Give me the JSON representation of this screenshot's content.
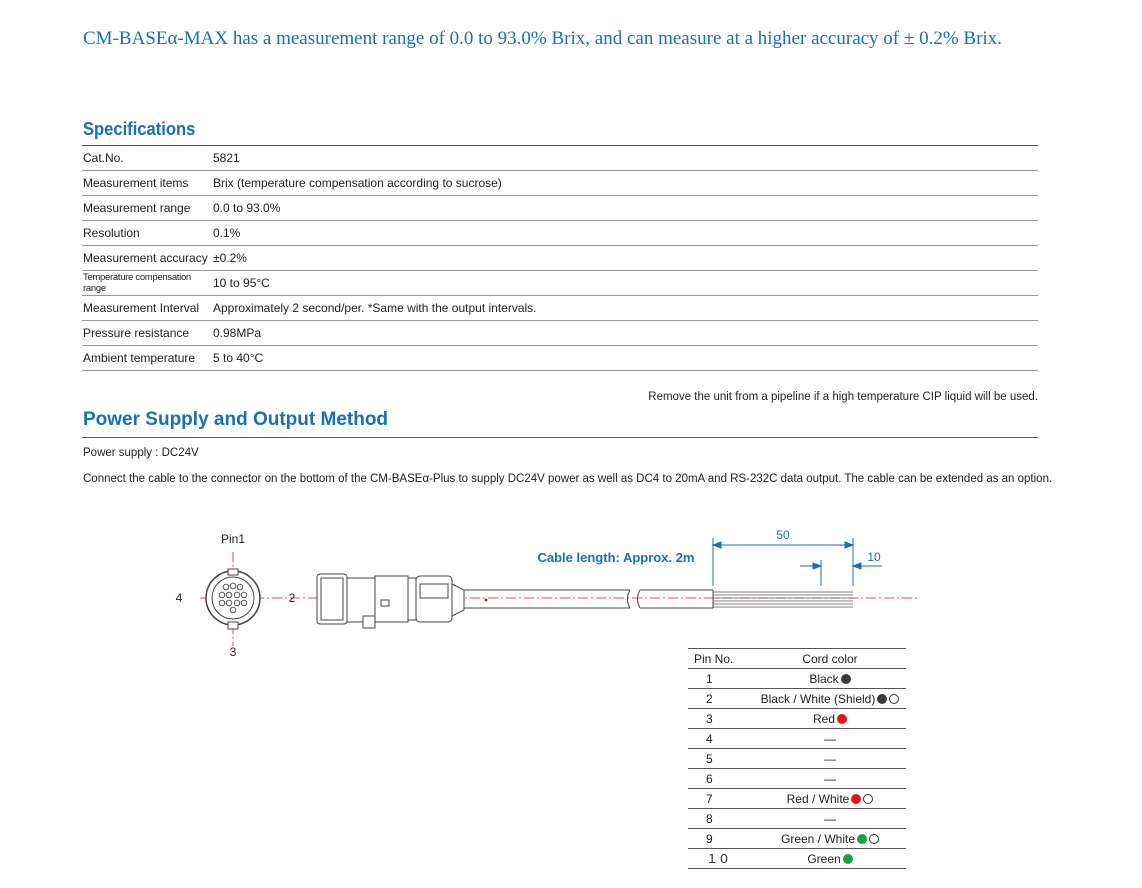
{
  "intro": "CM-BASEα-MAX has a measurement range of 0.0 to 93.0% Brix, and can measure at a higher accuracy of ± 0.2% Brix.",
  "specifications": {
    "title": "Specifications",
    "rows": [
      {
        "key": "Cat.No.",
        "value": "5821"
      },
      {
        "key": "Measurement items",
        "value": "Brix (temperature compensation according to sucrose)"
      },
      {
        "key": "Measurement range",
        "value": "0.0 to 93.0%"
      },
      {
        "key": "Resolution",
        "value": "0.1%"
      },
      {
        "key": "Measurement accuracy",
        "value": "±0.2%"
      },
      {
        "key": "Temperature compensation range",
        "value": "10 to 95°C"
      },
      {
        "key": "Measurement Interval",
        "value": "Approximately 2 second/per. *Same with the output intervals."
      },
      {
        "key": "Pressure resistance",
        "value": "0.98MPa"
      },
      {
        "key": "Ambient temperature",
        "value": "5 to 40°C"
      }
    ],
    "note": "Remove the unit from a pipeline if a high temperature CIP liquid will be used."
  },
  "power": {
    "title": "Power Supply and Output Method",
    "supply": "Power supply : DC24V",
    "description": "Connect the cable to the connector on the bottom of the CM-BASEα-Plus to supply DC24V power as well as DC4 to 20mA and RS-232C data output. The cable can be extended as an option."
  },
  "diagram": {
    "pin1_label": "Pin1",
    "label_4": "4",
    "label_2": "2",
    "label_3": "3",
    "cable_length": "Cable length: Approx. 2m",
    "dim_50": "50",
    "dim_10": "10",
    "line_color": "#1a6fb5",
    "center_line_color": "#e8141c"
  },
  "pin_table": {
    "header_no": "Pin No.",
    "header_color": "Cord color",
    "rows": [
      {
        "no": "1",
        "color": "Black",
        "dots": [
          "black"
        ]
      },
      {
        "no": "2",
        "color": "Black / White (Shield)",
        "dots": [
          "black",
          "white"
        ]
      },
      {
        "no": "3",
        "color": "Red",
        "dots": [
          "red"
        ]
      },
      {
        "no": "4",
        "color": "—",
        "dots": []
      },
      {
        "no": "5",
        "color": "—",
        "dots": []
      },
      {
        "no": "6",
        "color": "—",
        "dots": []
      },
      {
        "no": "7",
        "color": "Red / White",
        "dots": [
          "red",
          "white"
        ]
      },
      {
        "no": "8",
        "color": "—",
        "dots": []
      },
      {
        "no": "9",
        "color": "Green / White",
        "dots": [
          "green",
          "white"
        ]
      },
      {
        "no": "１０",
        "color": "Green",
        "dots": [
          "green"
        ]
      }
    ]
  }
}
